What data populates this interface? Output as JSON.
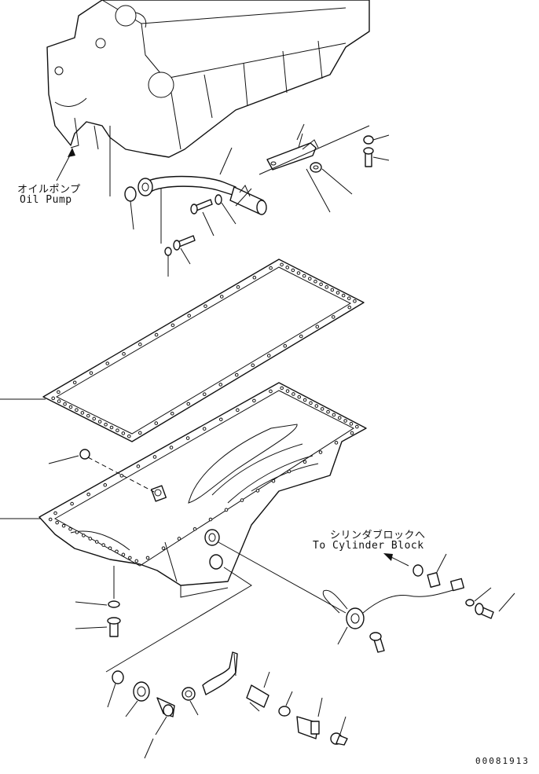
{
  "labels": {
    "oil_pump_jp": "オイルポンプ",
    "oil_pump_en": "Oil Pump",
    "cylinder_block_jp": "シリンダブロックへ",
    "cylinder_block_en": "To Cylinder Block",
    "drawing_number": "00081913"
  }
}
